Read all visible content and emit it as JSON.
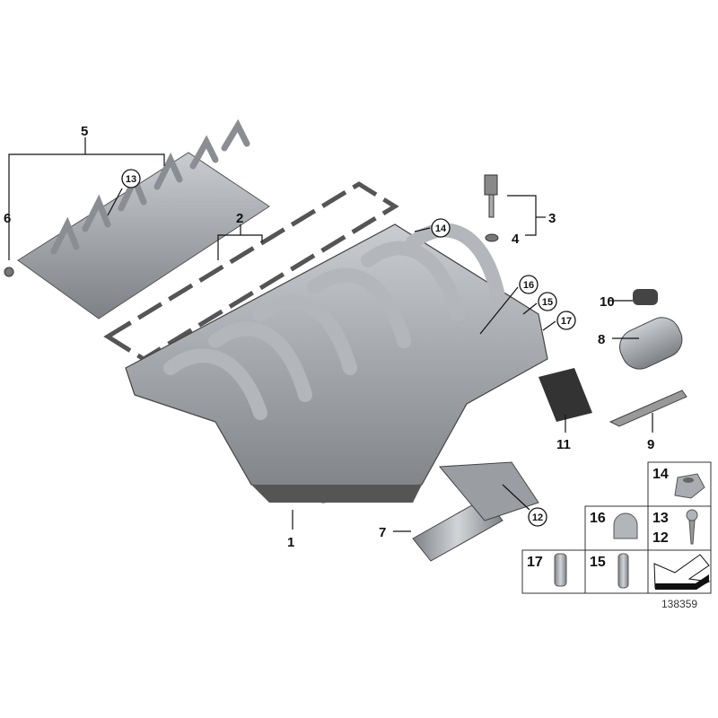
{
  "diagram": {
    "part_labels": {
      "p1": "1",
      "p2": "2",
      "p3": "3",
      "p4": "4",
      "p5": "5",
      "p6": "6",
      "p7": "7",
      "p8": "8",
      "p9": "9",
      "p10": "10",
      "p11": "11"
    },
    "circled_labels": {
      "c12": "12",
      "c13": "13",
      "c14": "14",
      "c15": "15",
      "c16": "16",
      "c17": "17"
    },
    "hardware_table": {
      "cell_14": "14",
      "cell_16": "16",
      "cell_13": "13",
      "cell_12": "12",
      "cell_17": "17",
      "cell_15": "15"
    },
    "diagram_number": "138359",
    "colors": {
      "part_fill": "#9a9ea3",
      "part_dark": "#5f6368",
      "part_light": "#c4c7ca",
      "line": "#111111"
    }
  }
}
